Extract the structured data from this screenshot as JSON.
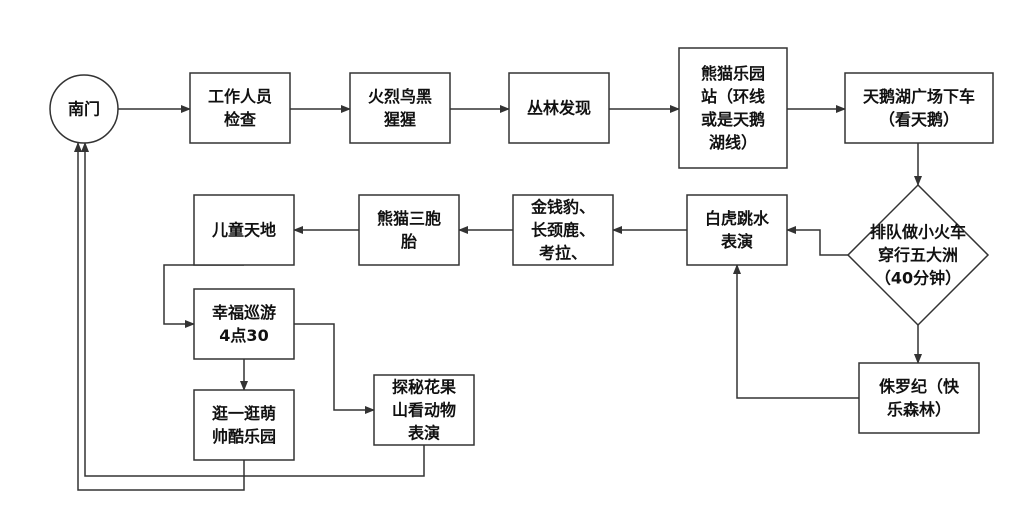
{
  "flowchart": {
    "nodes": {
      "south_gate": {
        "shape": "circle",
        "lines": [
          "南门"
        ]
      },
      "staff_check": {
        "shape": "rect",
        "lines": [
          "工作人员",
          "检查"
        ]
      },
      "flamingo": {
        "shape": "rect",
        "lines": [
          "火烈鸟黑",
          "猩猩"
        ]
      },
      "jungle": {
        "shape": "rect",
        "lines": [
          "丛林发现"
        ]
      },
      "panda_station": {
        "shape": "rect",
        "lines": [
          "熊猫乐园",
          "站（环线",
          "或是天鹅",
          "湖线）"
        ]
      },
      "swan_lake": {
        "shape": "rect",
        "lines": [
          "天鹅湖广场下车",
          "（看天鹅）"
        ]
      },
      "train": {
        "shape": "diamond",
        "lines": [
          "排队做小火车",
          "穿行五大洲",
          "（40分钟）"
        ]
      },
      "jurassic": {
        "shape": "rect",
        "lines": [
          "侏罗纪（快",
          "乐森林）"
        ]
      },
      "tiger_show": {
        "shape": "rect",
        "lines": [
          "白虎跳水",
          "表演"
        ]
      },
      "leopard": {
        "shape": "rect",
        "lines": [
          "金钱豹、",
          "长颈鹿、",
          "考拉、"
        ]
      },
      "panda_triplets": {
        "shape": "rect",
        "lines": [
          "熊猫三胞",
          "胎"
        ]
      },
      "kids_world": {
        "shape": "rect",
        "lines": [
          "儿童天地"
        ]
      },
      "parade": {
        "shape": "rect",
        "lines": [
          "幸福巡游",
          "4点30"
        ]
      },
      "cute_park": {
        "shape": "rect",
        "lines": [
          "逛一逛萌",
          "帅酷乐园"
        ]
      },
      "huaguoshan": {
        "shape": "rect",
        "lines": [
          "探秘花果",
          "山看动物",
          "表演"
        ]
      }
    },
    "edges": [
      [
        "south_gate",
        "staff_check"
      ],
      [
        "staff_check",
        "flamingo"
      ],
      [
        "flamingo",
        "jungle"
      ],
      [
        "jungle",
        "panda_station"
      ],
      [
        "panda_station",
        "swan_lake"
      ],
      [
        "swan_lake",
        "train"
      ],
      [
        "train",
        "jurassic"
      ],
      [
        "train",
        "tiger_show"
      ],
      [
        "jurassic",
        "tiger_show"
      ],
      [
        "tiger_show",
        "leopard"
      ],
      [
        "leopard",
        "panda_triplets"
      ],
      [
        "panda_triplets",
        "kids_world"
      ],
      [
        "kids_world",
        "parade"
      ],
      [
        "parade",
        "cute_park"
      ],
      [
        "parade",
        "huaguoshan"
      ],
      [
        "cute_park",
        "south_gate"
      ],
      [
        "huaguoshan",
        "south_gate"
      ]
    ],
    "colors": {
      "stroke": "#333333",
      "fill": "#ffffff",
      "text": "#111111"
    }
  }
}
